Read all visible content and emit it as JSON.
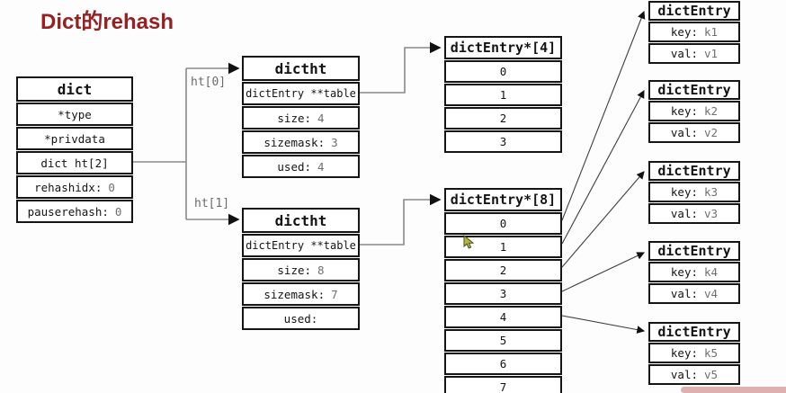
{
  "title": "Dict的rehash",
  "annotations": {
    "ht0": "ht[0]",
    "ht1": "ht[1]"
  },
  "dict_box": {
    "header": "dict",
    "rows": [
      {
        "label": "*type",
        "value": ""
      },
      {
        "label": "*privdata",
        "value": ""
      },
      {
        "label": "dict ht[2]",
        "value": ""
      },
      {
        "label": "rehashidx:",
        "value": "0"
      },
      {
        "label": "pauserehash:",
        "value": "0"
      }
    ]
  },
  "dictht_0": {
    "header": "dictht",
    "rows": [
      {
        "label": "dictEntry **table",
        "value": ""
      },
      {
        "label": "size:",
        "value": "4"
      },
      {
        "label": "sizemask:",
        "value": "3"
      },
      {
        "label": "used:",
        "value": "4"
      }
    ]
  },
  "dictht_1": {
    "header": "dictht",
    "rows": [
      {
        "label": "dictEntry **table",
        "value": ""
      },
      {
        "label": "size:",
        "value": "8"
      },
      {
        "label": "sizemask:",
        "value": "7"
      },
      {
        "label": "used:",
        "value": ""
      }
    ]
  },
  "array_4": {
    "header": "dictEntry*[4]",
    "cells": [
      "0",
      "1",
      "2",
      "3"
    ]
  },
  "array_8": {
    "header": "dictEntry*[8]",
    "cells": [
      "0",
      "1",
      "2",
      "3",
      "4",
      "5",
      "6",
      "7"
    ]
  },
  "entries": [
    {
      "header": "dictEntry",
      "key_label": "key:",
      "key": "k1",
      "val_label": "val:",
      "val": "v1"
    },
    {
      "header": "dictEntry",
      "key_label": "key:",
      "key": "k2",
      "val_label": "val:",
      "val": "v2"
    },
    {
      "header": "dictEntry",
      "key_label": "key:",
      "key": "k3",
      "val_label": "val:",
      "val": "v3"
    },
    {
      "header": "dictEntry",
      "key_label": "key:",
      "key": "k4",
      "val_label": "val:",
      "val": "v4"
    },
    {
      "header": "dictEntry",
      "key_label": "key:",
      "key": "k5",
      "val_label": "val:",
      "val": "v5"
    }
  ],
  "colors": {
    "title": "#942222",
    "border": "#151515",
    "value_text": "#6f6f6f",
    "connector": "#8a8a8a",
    "arrow": "#3f3f3f",
    "cursor_fill": "#aeba3f"
  }
}
